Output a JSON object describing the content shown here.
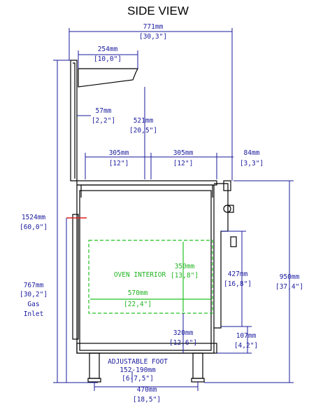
{
  "title": "SIDE VIEW",
  "dims": {
    "overall_depth": {
      "mm": "771mm",
      "in": "[30,3\"]"
    },
    "shelf_depth": {
      "mm": "254mm",
      "in": "[10,0\"]"
    },
    "backsplash_offset": {
      "mm": "57mm",
      "in": "[2,2\"]"
    },
    "shelf_height": {
      "mm": "521mm",
      "in": "[20,5\"]"
    },
    "burner_spacing_left": {
      "mm": "305mm",
      "in": "[12\"]"
    },
    "burner_spacing_right": {
      "mm": "305mm",
      "in": "[12\"]"
    },
    "knob_projection": {
      "mm": "84mm",
      "in": "[3,3\"]"
    },
    "overall_height": {
      "mm": "1524mm",
      "in": "[60,0\"]"
    },
    "gas_inlet_height": {
      "mm": "767mm",
      "in": "[30,2\"]",
      "label1": "Gas",
      "label2": "Inlet"
    },
    "oven_height": {
      "mm": "350mm",
      "in": "[13,8\"]"
    },
    "oven_depth": {
      "mm": "570mm",
      "in": "[22,4\"]"
    },
    "door_height": {
      "mm": "427mm",
      "in": "[16,8\"]"
    },
    "work_height": {
      "mm": "950mm",
      "in": "[37,4\"]"
    },
    "oven_floor_height": {
      "mm": "320mm",
      "in": "[12,6\"]"
    },
    "door_bottom_height": {
      "mm": "107mm",
      "in": "[4,2\"]"
    },
    "foot_span": {
      "mm": "470mm",
      "in": "[18,5\"]"
    }
  },
  "oven_label": "OVEN INTERIOR",
  "foot": {
    "label": "ADJUSTABLE FOOT",
    "mm": "152-190mm",
    "in": "[6-7,5\"]"
  }
}
